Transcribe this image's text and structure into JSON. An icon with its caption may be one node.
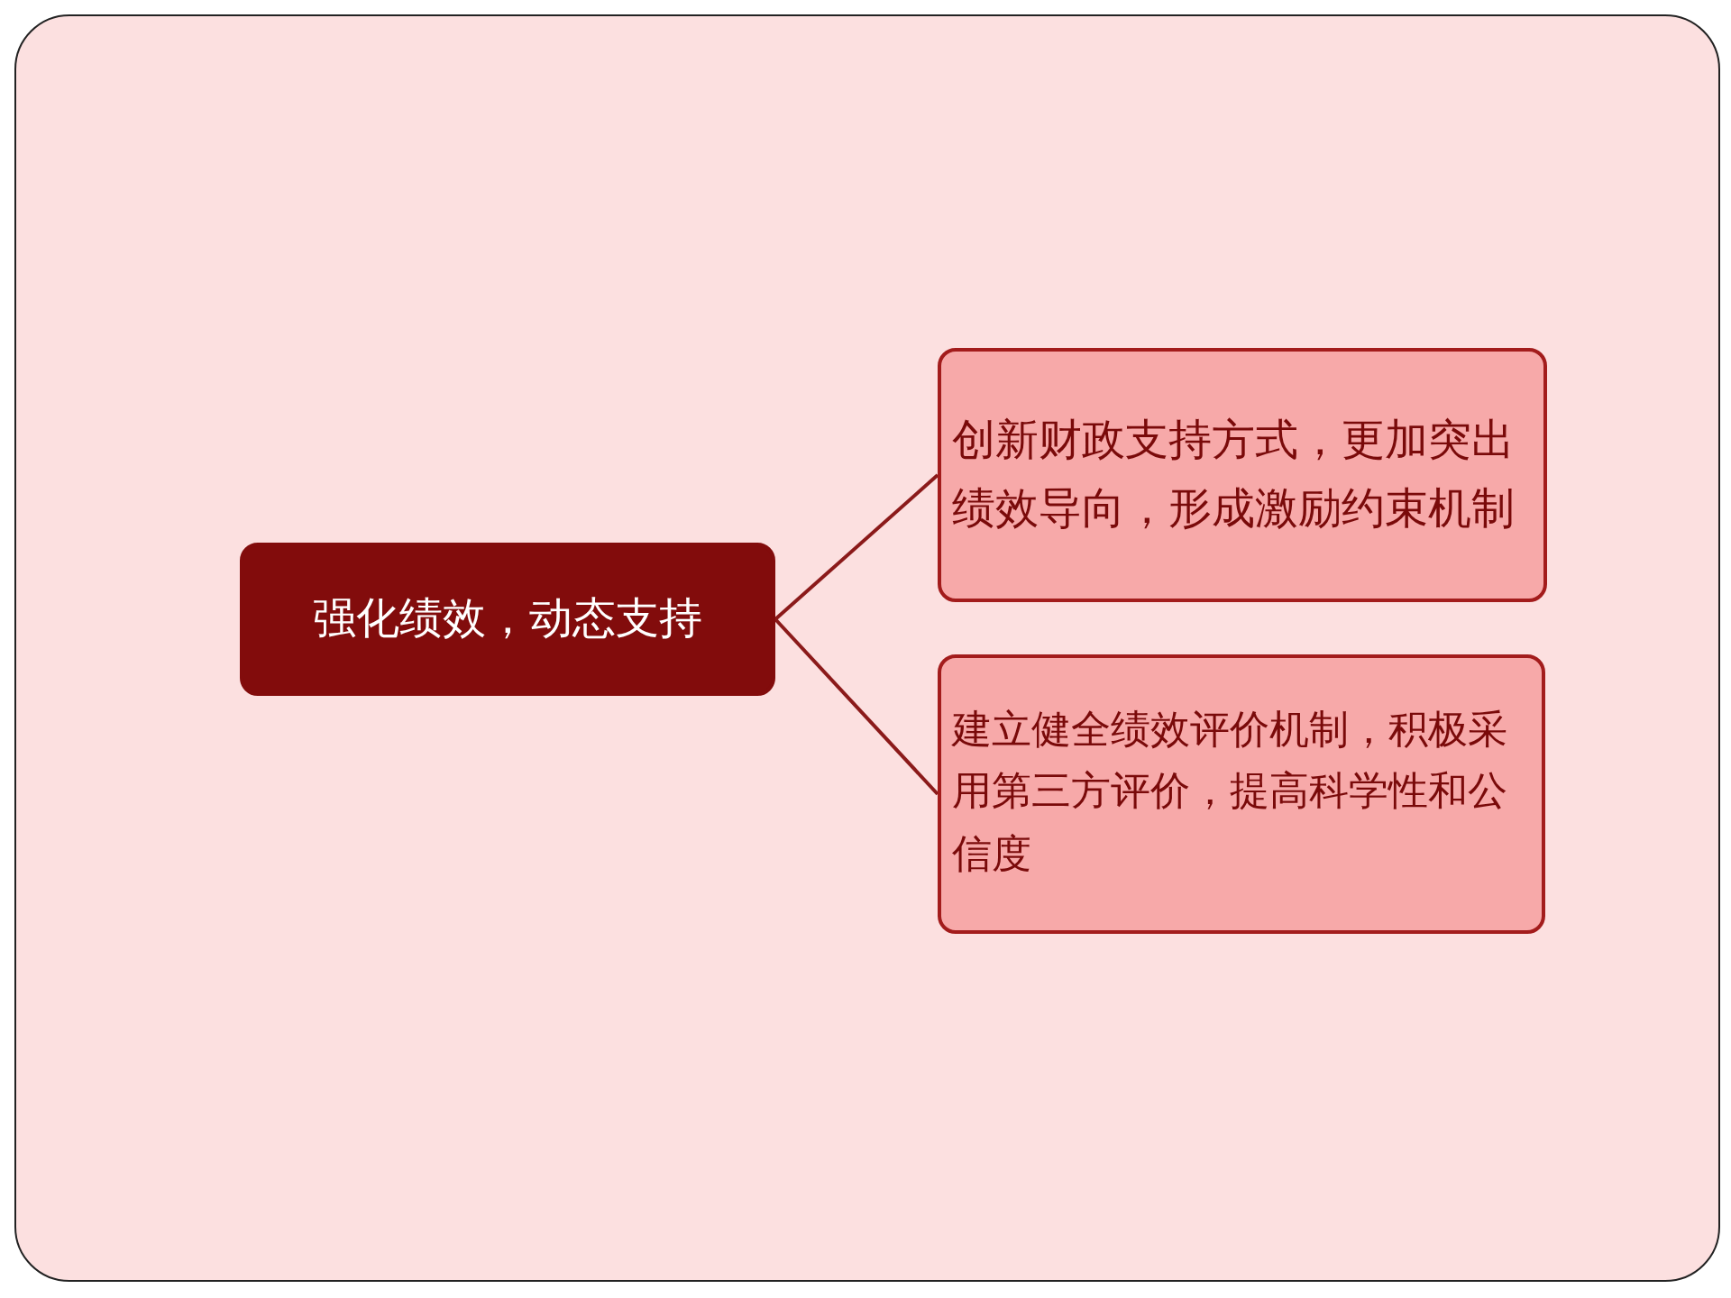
{
  "diagram": {
    "nodes": [
      {
        "text": [
          "强化绩效，动态支持"
        ]
      },
      {
        "text": [
          "创新财政支持方式，更加突出绩效导向，形成激励约束机制"
        ]
      },
      {
        "text": [
          "建立健全绩效评价机制，积极采用第三方评价，提高科学性和公信度"
        ]
      }
    ],
    "edges": [
      {
        "from": 0,
        "to": 1,
        "arrow": "none"
      },
      {
        "from": 0,
        "to": 2,
        "arrow": "none"
      }
    ]
  }
}
